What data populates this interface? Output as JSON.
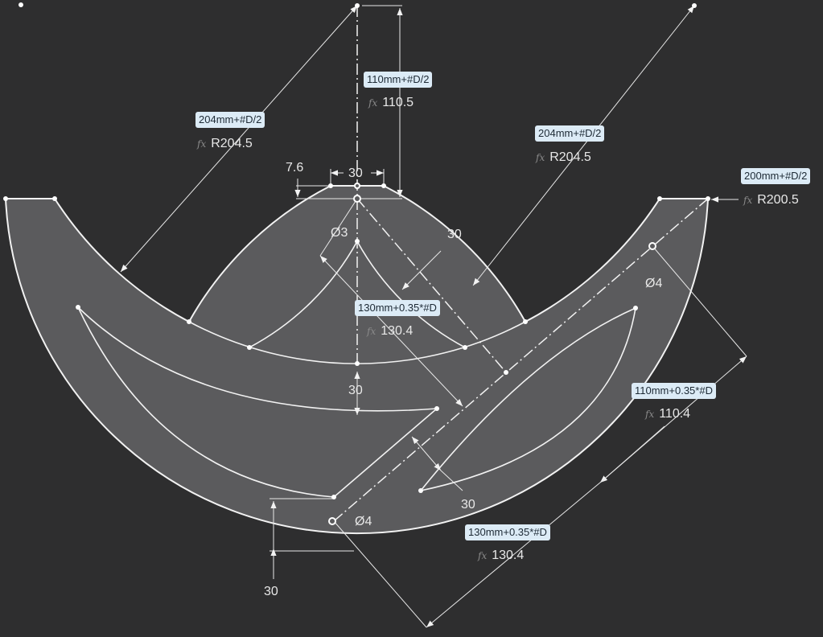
{
  "colors": {
    "background": "#2e2e2f",
    "sketch_fill": "#5b5b5d",
    "line": "#f2f2f2",
    "expression_bg": "#dcebf6"
  },
  "dimensions": {
    "top_height": {
      "expression": "110mm+#D/2",
      "value": "110.5"
    },
    "left_radius": {
      "expression": "204mm+#D/2",
      "value": "R204.5"
    },
    "right_radius": {
      "expression": "204mm+#D/2",
      "value": "R204.5"
    },
    "outer_radius": {
      "expression": "200mm+#D/2",
      "value": "R200.5"
    },
    "center_length": {
      "expression": "130mm+0.35*#D",
      "value": "130.4"
    },
    "right_length": {
      "expression": "110mm+0.35*#D",
      "value": "110.4"
    },
    "bottom_length": {
      "expression": "130mm+0.35*#D",
      "value": "130.4"
    },
    "offset": "7.6",
    "top_width": "30",
    "hole_center": "Ø3",
    "wedge_width": "30",
    "hole_right": "Ø4",
    "center_gap": "30",
    "slot_width": "30",
    "hole_bottom": "Ø4",
    "bottom_offset": "30",
    "fx_symbol": "fx"
  }
}
